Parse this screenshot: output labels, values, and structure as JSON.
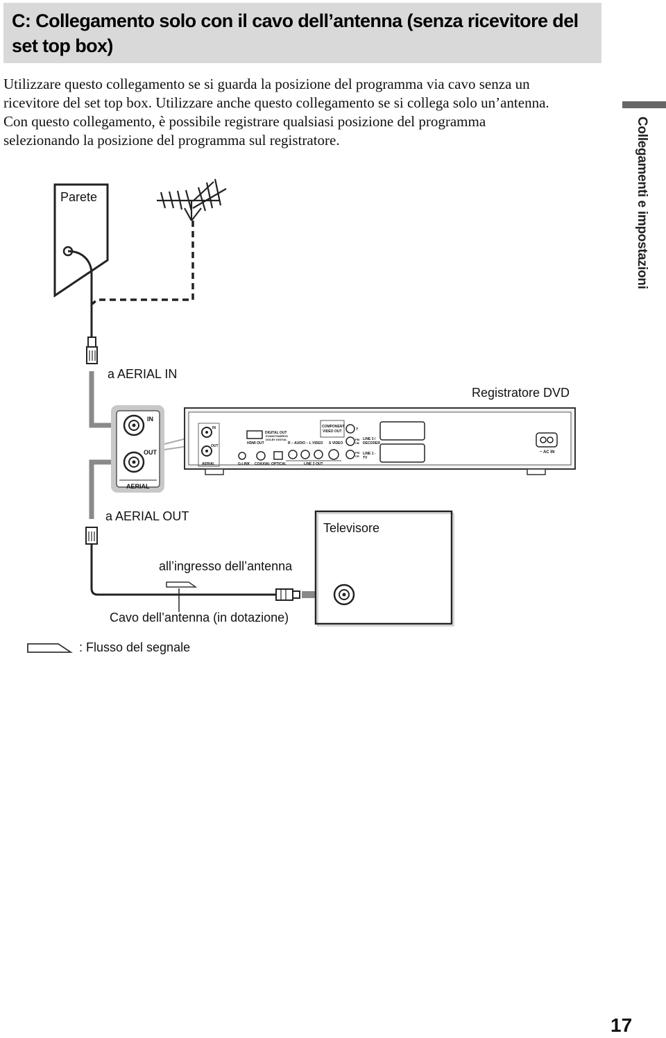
{
  "heading": {
    "line1": "C: Collegamento solo con il cavo dell’antenna (senza ricevitore del",
    "line2": "set top box)"
  },
  "intro": {
    "line1": "Utilizzare questo collegamento se si guarda la posizione del programma via cavo senza un",
    "line2": "ricevitore del set top box. Utilizzare anche questo collegamento se si collega solo un’antenna.",
    "line3": "Con questo collegamento, è possibile registrare qualsiasi posizione del programma",
    "line4": "selezionando la posizione del programma sul registratore."
  },
  "side_label": "Collegamenti e impostazioni",
  "diagram": {
    "wall_label": "Parete",
    "aerial_in_label": "a AERIAL IN",
    "recorder_label": "Registratore DVD",
    "aerial_out_label": "a AERIAL OUT",
    "tv_label": "Televisore",
    "antenna_input_label": "all’ingresso dell’antenna",
    "cable_label": "Cavo dell’antenna (in dotazione)",
    "legend_label": ": Flusso del segnale",
    "panel": {
      "in": "IN",
      "out": "OUT",
      "aerial": "AERIAL",
      "hdmi_out": "HDMI OUT",
      "digital_out": "DIGITAL OUT",
      "digital_out_sub1": "PCM/DTS/MPEG/",
      "digital_out_sub2": "DOLBY DIGITAL",
      "component_video_out": "COMPONENT",
      "component_video_out2": "VIDEO OUT",
      "g_link": "G-LINK",
      "coaxial": "COAXIAL",
      "optical": "OPTICAL",
      "audio": "R – AUDIO – L",
      "video": "VIDEO",
      "s_video": "S VIDEO",
      "line2_out": "LINE 2 OUT",
      "line3_decoder": "LINE 3 /",
      "decoder": "DECODER",
      "line1_tv": "LINE 1 -",
      "tv": "TV",
      "ac_in": "~ AC IN",
      "y": "Y",
      "pb": "PB/",
      "cb": "CB",
      "pr": "PR/",
      "cr": "CR"
    }
  },
  "page_number": "17"
}
